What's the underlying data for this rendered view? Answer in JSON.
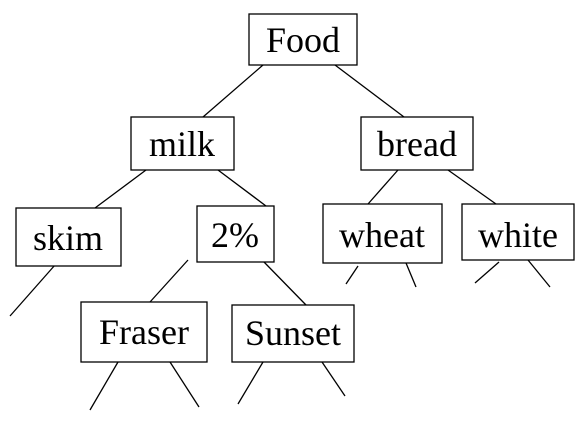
{
  "diagram": {
    "nodes": {
      "food": "Food",
      "milk": "milk",
      "bread": "bread",
      "skim": "skim",
      "two_percent": "2%",
      "wheat": "wheat",
      "white": "white",
      "fraser": "Fraser",
      "sunset": "Sunset"
    },
    "edges": [
      [
        "food",
        "milk"
      ],
      [
        "food",
        "bread"
      ],
      [
        "milk",
        "skim"
      ],
      [
        "milk",
        "two_percent"
      ],
      [
        "bread",
        "wheat"
      ],
      [
        "bread",
        "white"
      ],
      [
        "two_percent",
        "fraser"
      ],
      [
        "two_percent",
        "sunset"
      ]
    ]
  }
}
